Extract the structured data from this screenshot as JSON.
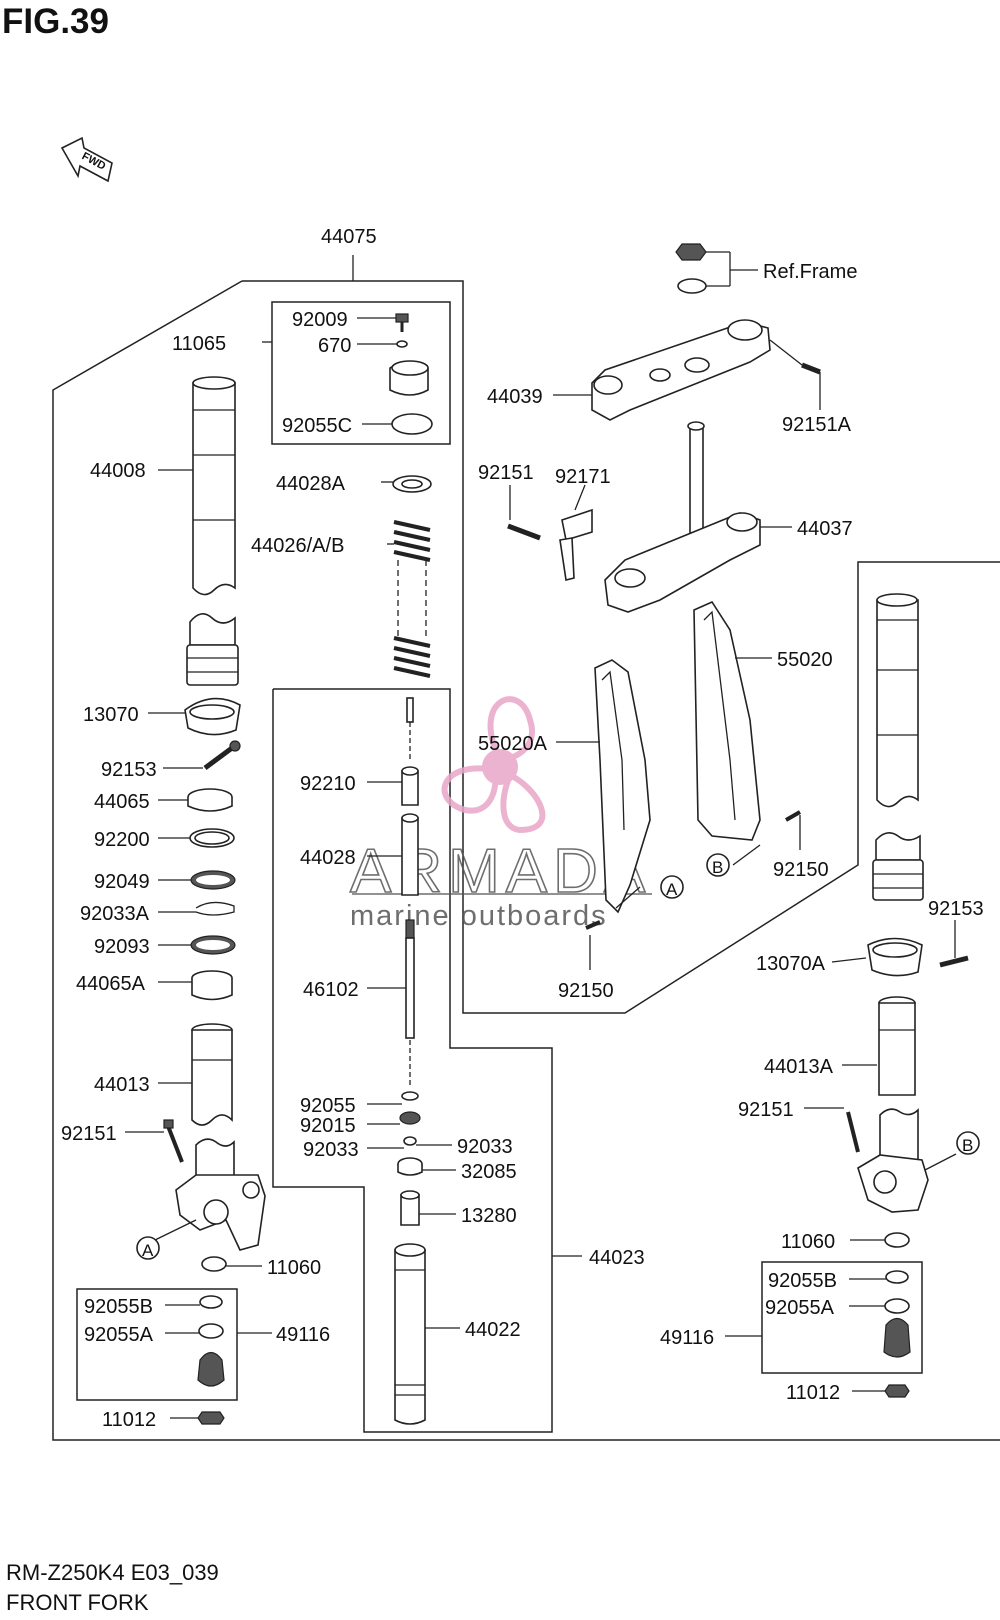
{
  "figure": {
    "title": "FIG.39",
    "fwd": "FWD"
  },
  "footer": {
    "code": "RM-Z250K4 E03_039",
    "name": "FRONT FORK"
  },
  "watermark": {
    "brand": "ARMADA",
    "tagline": "marine outboards",
    "color": "#e8a6c8"
  },
  "callouts": {
    "a": "A",
    "b": "B"
  },
  "labels": {
    "p44075": "44075",
    "p11065": "11065",
    "p92009": "92009",
    "p670": "670",
    "p92055C": "92055C",
    "p44008": "44008",
    "p44028A": "44028A",
    "p44026": "44026/A/B",
    "p13070": "13070",
    "p92153L": "92153",
    "p44065": "44065",
    "p92200": "92200",
    "p92049": "92049",
    "p92033A": "92033A",
    "p92093": "92093",
    "p44065A": "44065A",
    "p44013": "44013",
    "p92151L": "92151",
    "p11060L": "11060",
    "p92055BL": "92055B",
    "p92055AL": "92055A",
    "p49116L": "49116",
    "p11012L": "11012",
    "p92210": "92210",
    "p44028": "44028",
    "p46102": "46102",
    "p92055": "92055",
    "p92015": "92015",
    "p92033a": "92033",
    "p92033b": "92033",
    "p32085": "32085",
    "p13280": "13280",
    "p44023": "44023",
    "p44022": "44022",
    "refFrame": "Ref.Frame",
    "p44039": "44039",
    "p92151A": "92151A",
    "p92151T": "92151",
    "p92171": "92171",
    "p44037": "44037",
    "p55020": "55020",
    "p55020A": "55020A",
    "p92150a": "92150",
    "p92150b": "92150",
    "p92153R": "92153",
    "p13070A": "13070A",
    "p44013A": "44013A",
    "p92151R": "92151",
    "p11060R": "11060",
    "p92055BR": "92055B",
    "p92055AR": "92055A",
    "p49116R": "49116",
    "p11012R": "11012"
  }
}
